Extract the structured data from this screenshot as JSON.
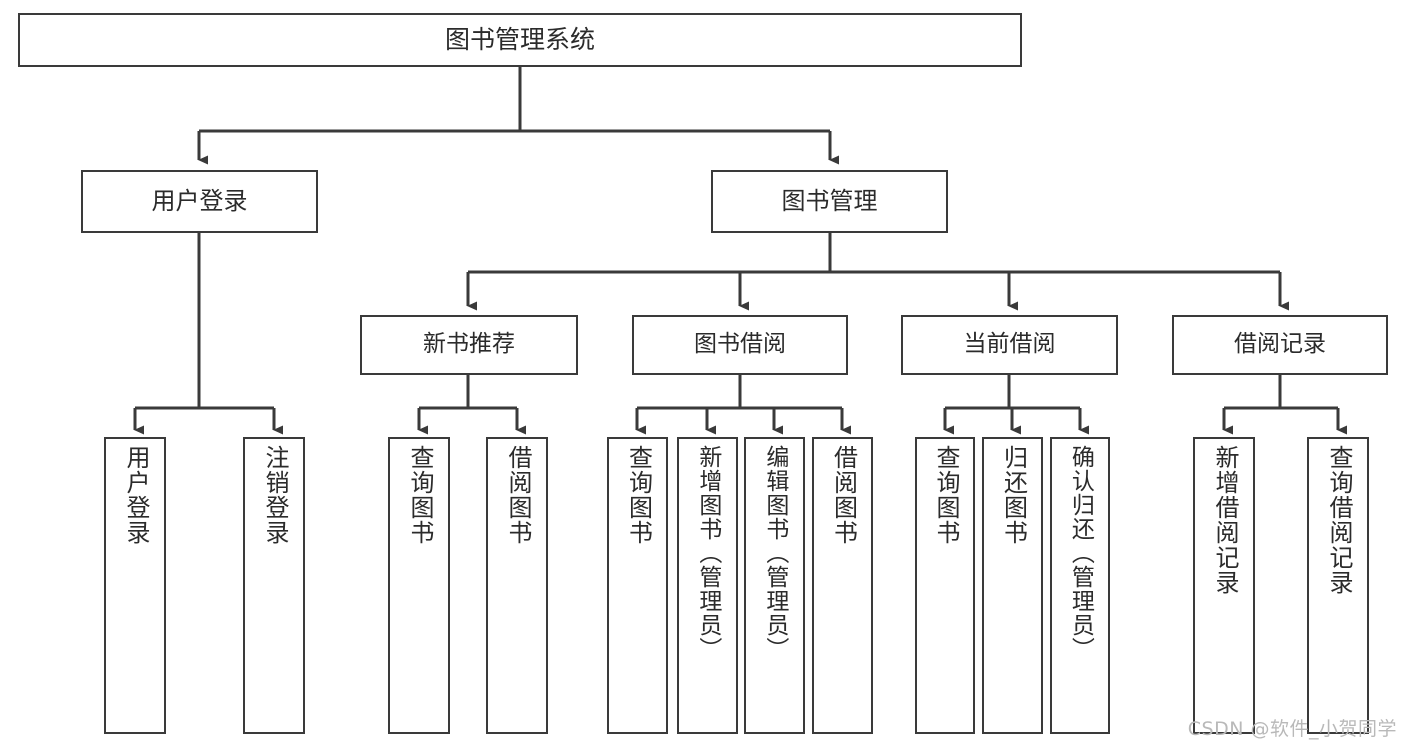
{
  "diagram": {
    "title": "图书管理系统",
    "type": "tree-hierarchy",
    "watermark": "CSDN @软件_小贺同学",
    "colors": {
      "background": "#ffffff",
      "box_border": "#3a3a3a",
      "connector": "#3a3a3a",
      "text": "#2b2b2b",
      "watermark": "#b9b9b9"
    },
    "root": {
      "label": "图书管理系统"
    },
    "level2": [
      {
        "label": "用户登录"
      },
      {
        "label": "图书管理"
      }
    ],
    "level3": [
      {
        "label": "新书推荐"
      },
      {
        "label": "图书借阅"
      },
      {
        "label": "当前借阅"
      },
      {
        "label": "借阅记录"
      }
    ],
    "leaves": {
      "user_login": [
        {
          "label": "用户登录"
        },
        {
          "label": "注销登录"
        }
      ],
      "new_book_recommend": [
        {
          "label": "查询图书"
        },
        {
          "label": "借阅图书"
        }
      ],
      "book_borrow": [
        {
          "label": "查询图书"
        },
        {
          "label": "新增图书（管理员）"
        },
        {
          "label": "编辑图书（管理员）"
        },
        {
          "label": "借阅图书"
        }
      ],
      "current_borrow": [
        {
          "label": "查询图书"
        },
        {
          "label": "归还图书"
        },
        {
          "label": "确认归还（管理员）"
        }
      ],
      "borrow_record": [
        {
          "label": "新增借阅记录"
        },
        {
          "label": "查询借阅记录"
        }
      ]
    }
  }
}
